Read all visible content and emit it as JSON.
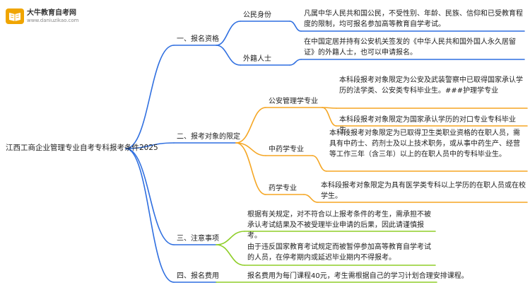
{
  "watermark": {
    "title": "大牛教育自考网",
    "url": "www.daniuzikao.com"
  },
  "root": "江西工商企业管理专业自考专科报考条件2025",
  "branches": [
    {
      "label": "一、报名资格",
      "children": [
        {
          "label": "公民身份",
          "desc": "凡属中华人民共和国公民，不受性别、年龄、民族、信仰和已受教育程度的限制，均可报名参加高等教育自学考试。"
        },
        {
          "label": "外籍人士",
          "desc": "在中国定居并持有公安机关签发的《中华人民共和国外国人永久居留证》的外籍人士，也可以申请报名。"
        }
      ]
    },
    {
      "label": "二、报考对象的限定",
      "children": [
        {
          "label": "公安管理学专业",
          "descs": [
            "本科段报考对象限定为公安及武装警察中已取得国家承认学历的法学类、公安类专科毕业生。###护理学专业",
            "本科段报考对象限定为国家承认学历的对口专业专科毕业生。"
          ]
        },
        {
          "label": "中药学专业",
          "desc": "本科段报考对象限定为已取得卫生类职业资格的在职人员，需具有中药士、药剂士及以上技术职务，或从事中药生产、经营等工作三年（含三年）以上的在职人员中的专科毕业生。"
        },
        {
          "label": "药学专业",
          "desc": "本科段报考对象限定为具有医学类专科以上学历的在职人员或在校学生。"
        }
      ]
    },
    {
      "label": "三、注意事项",
      "descs": [
        "根据有关规定，对不符合以上报考条件的考生，需承担不被承认考试结果及不被受理毕业申请的后果，因此请谨慎报考。",
        "由于违反国家教育考试规定而被暂停参加高等教育自学考试的人员，在停考期内或延迟毕业期内不得报考。"
      ]
    },
    {
      "label": "四、报名费用",
      "descs": [
        "报名费用为每门课程40元，考生需根据自己的学习计划合理安排课程。"
      ]
    }
  ],
  "colors": {
    "blue": "#2f6fe0",
    "orange": "#f5a623",
    "green": "#8fce28"
  }
}
